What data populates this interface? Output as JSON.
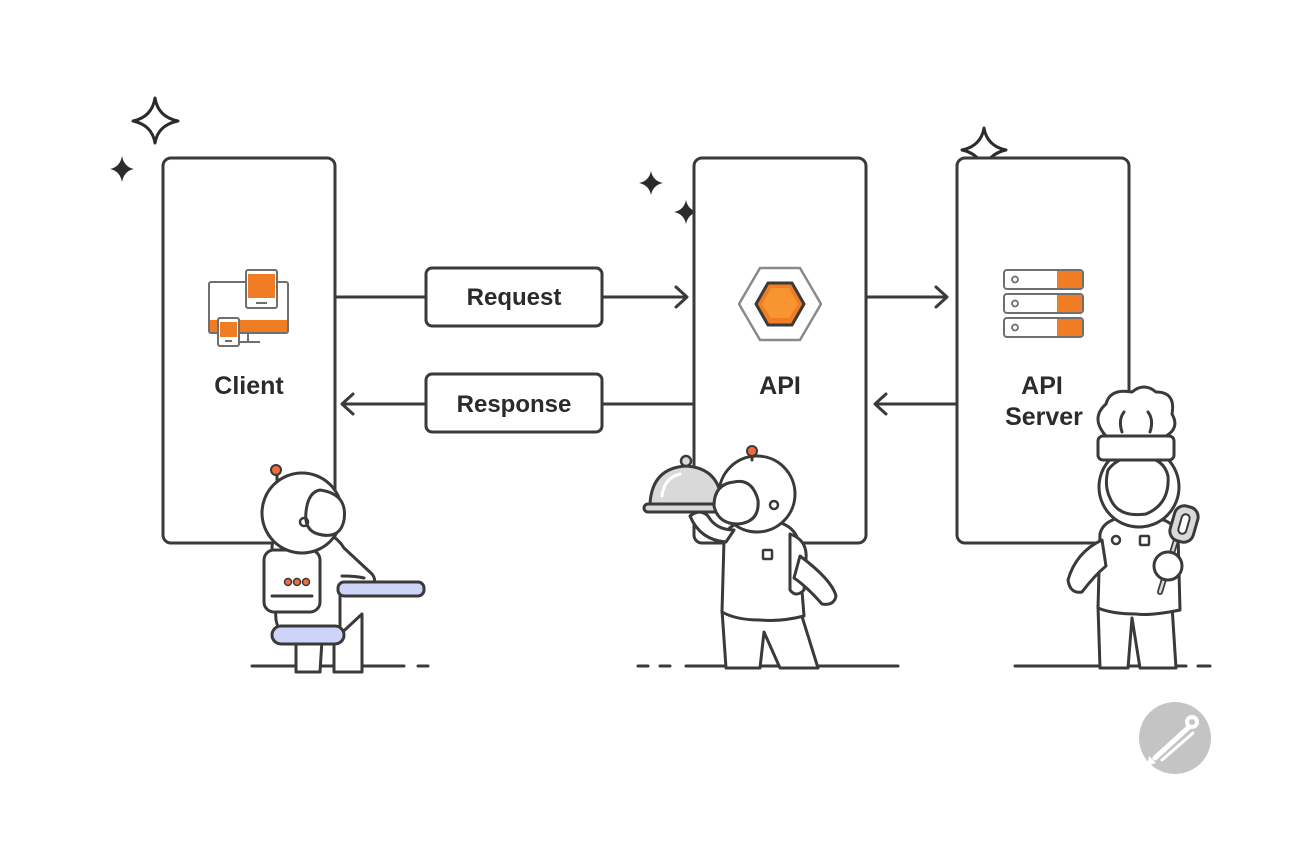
{
  "colors": {
    "line": "#3a3a3a",
    "accent_orange": "#f07d23",
    "accent_orange_light": "#fbb040",
    "accent_dot": "#f26b3a",
    "lavender": "#cdd4f7",
    "grey_fill": "#d9d9d9",
    "logo_grey": "#c4c4c4"
  },
  "diagram": {
    "nodes": [
      {
        "id": "client",
        "label_lines": [
          "Client"
        ],
        "icon": "devices-icon"
      },
      {
        "id": "api",
        "label_lines": [
          "API"
        ],
        "icon": "hexagon-icon"
      },
      {
        "id": "server",
        "label_lines": [
          "API",
          "Server"
        ],
        "icon": "server-rack-icon"
      }
    ],
    "messages": {
      "request": "Request",
      "response": "Response"
    },
    "edges": [
      {
        "from": "client",
        "to": "api",
        "label": "Request"
      },
      {
        "from": "api",
        "to": "client",
        "label": "Response"
      },
      {
        "from": "api",
        "to": "server",
        "label": ""
      },
      {
        "from": "server",
        "to": "api",
        "label": ""
      }
    ],
    "characters": [
      {
        "name": "astronaut-at-desk",
        "role": "client"
      },
      {
        "name": "astronaut-waiter-with-cloche",
        "role": "api"
      },
      {
        "name": "astronaut-chef-with-spatula",
        "role": "server"
      }
    ],
    "logo": "postman-logo-icon"
  }
}
